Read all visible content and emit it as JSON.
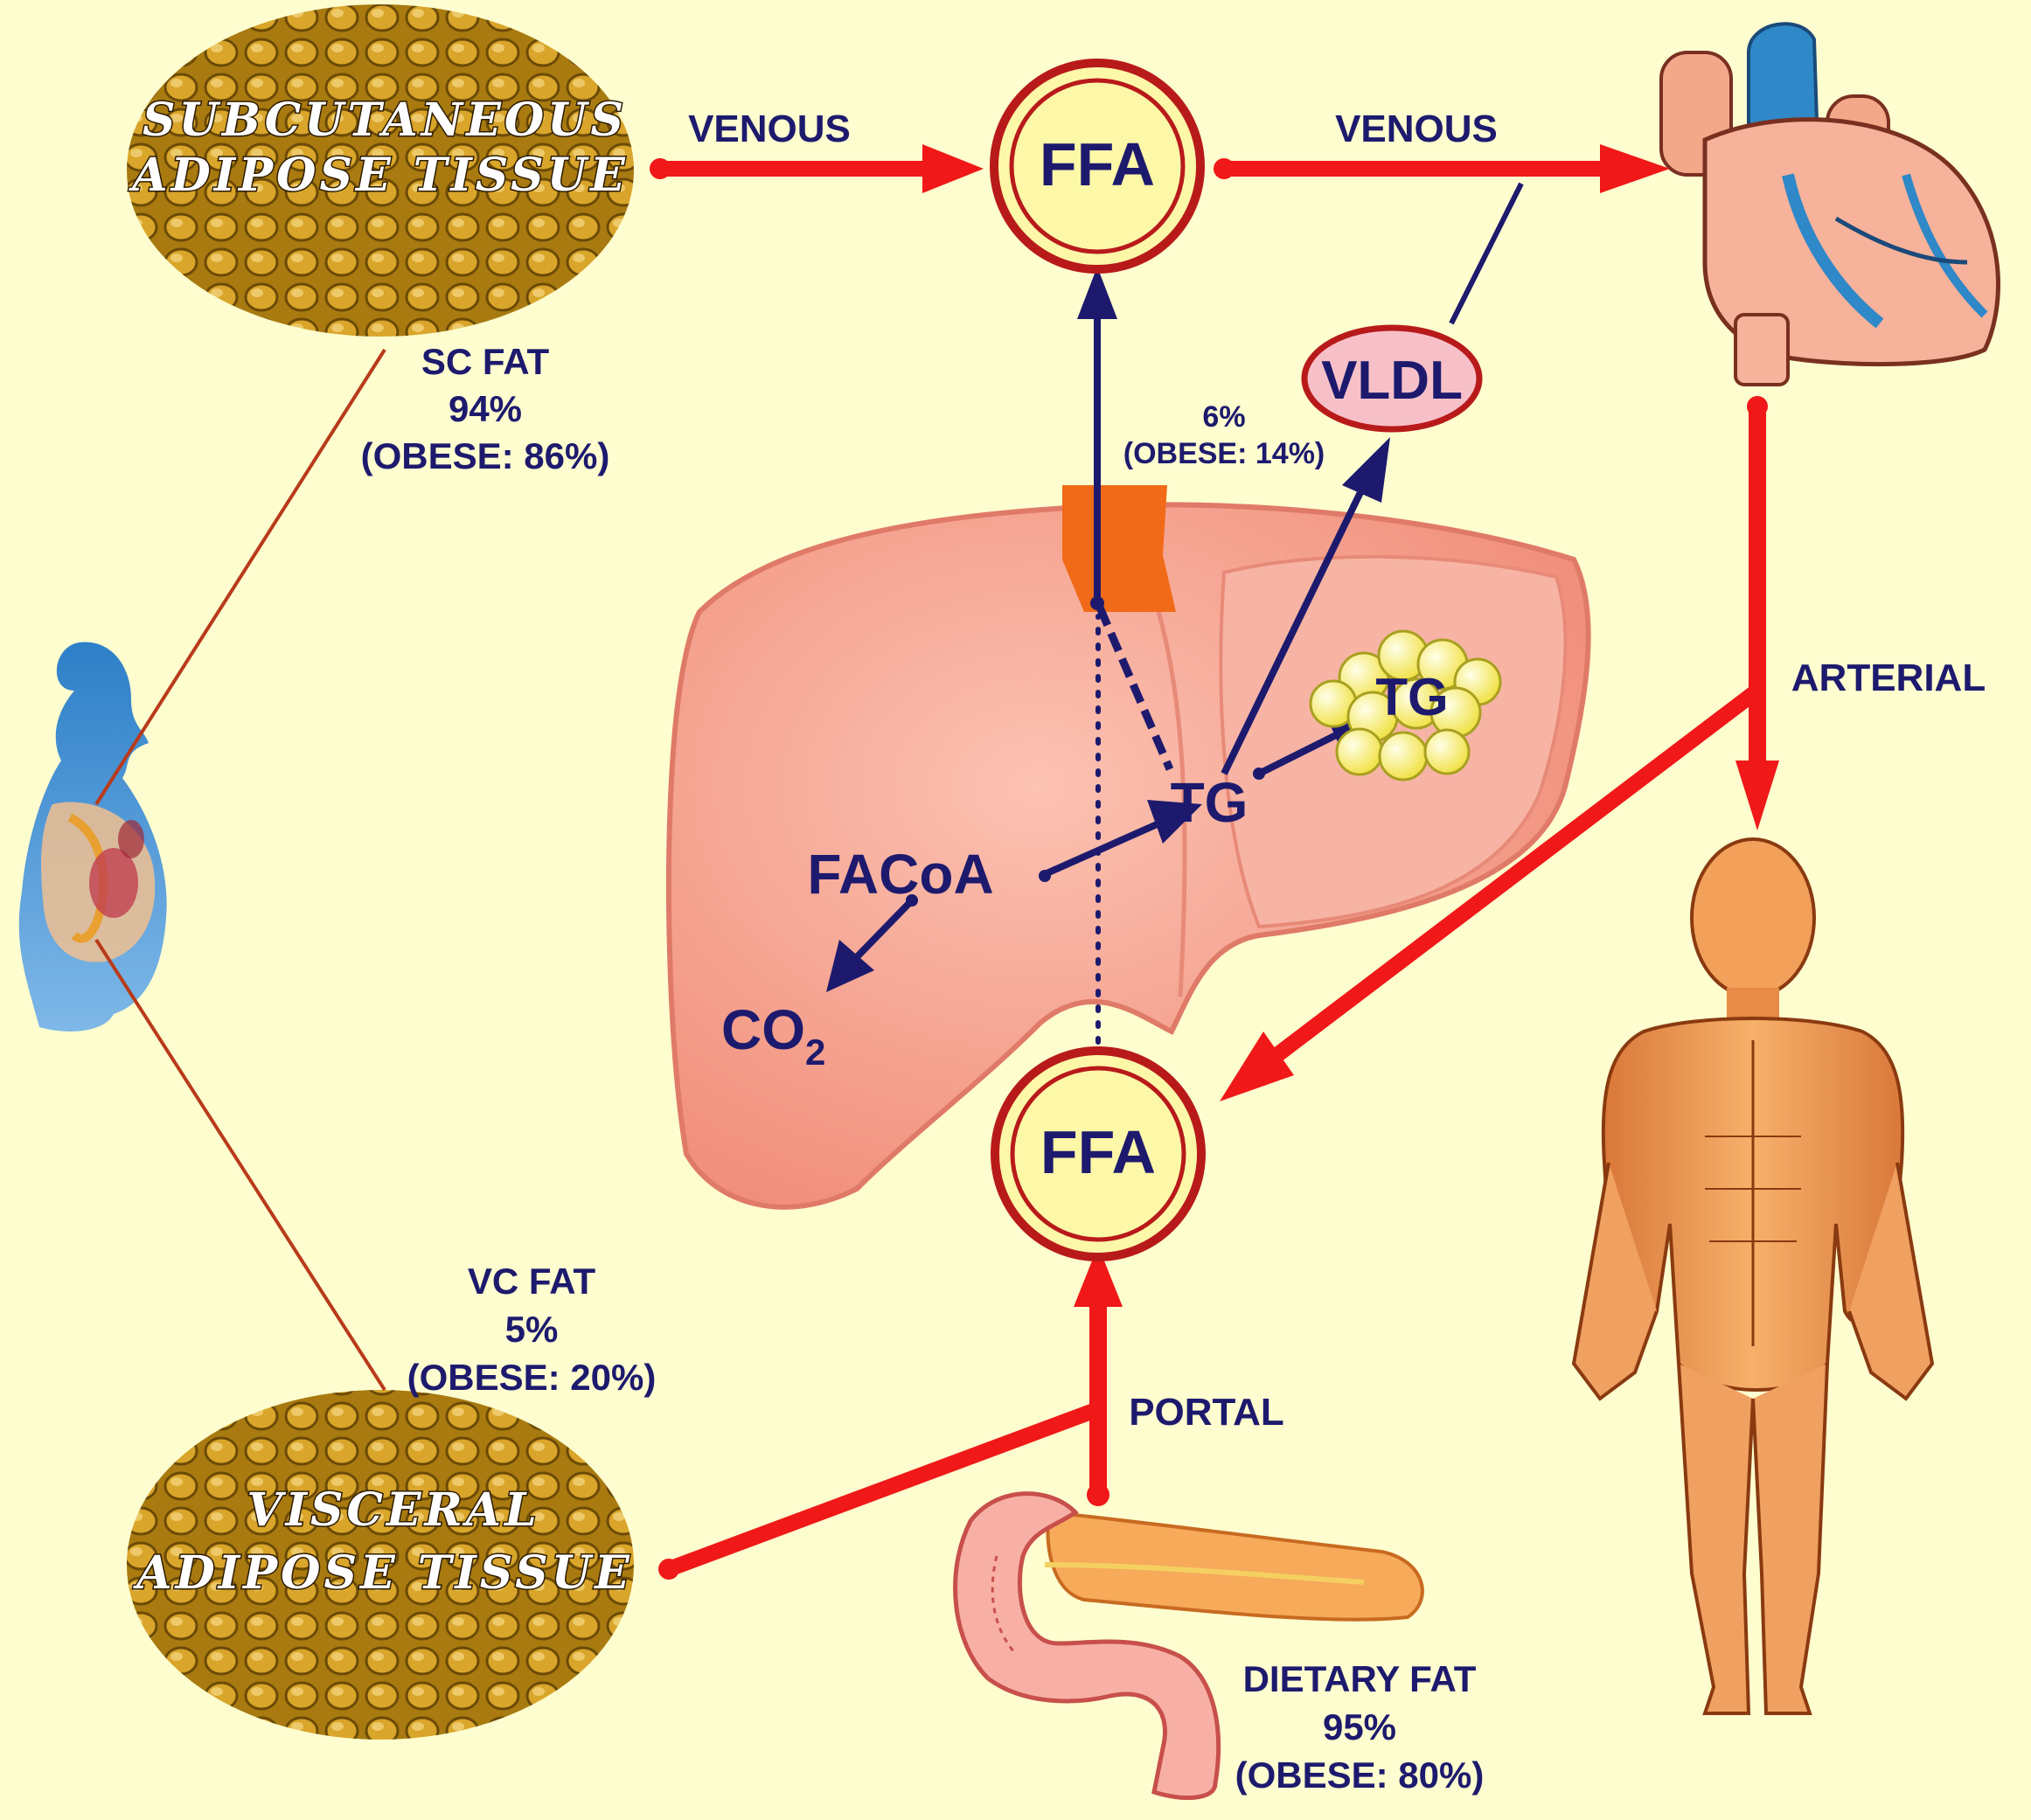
{
  "colors": {
    "background": "#fdfdcf",
    "arrow_red": "#f01818",
    "arrow_navy": "#1d1a6e",
    "liver": "#f7a090",
    "ffa_ring": "#b81a1a",
    "ffa_fill": "#fdf7a8",
    "vldl_fill": "#f7c0c8"
  },
  "tissues": {
    "subcutaneous": [
      "SUBCUTANEOUS",
      "ADIPOSE TISSUE"
    ],
    "visceral": [
      "VISCERAL",
      "ADIPOSE TISSUE"
    ]
  },
  "nodes": {
    "ffa_top": "FFA",
    "ffa_bottom": "FFA",
    "vldl": "VLDL",
    "tg_center": "TG",
    "tg_droplet": "TG",
    "facoa": "FACoA",
    "co2_main": "CO",
    "co2_sub": "2"
  },
  "flows": {
    "venous_left": "VENOUS",
    "venous_right": "VENOUS",
    "arterial": "ARTERIAL",
    "portal": "PORTAL"
  },
  "labels": {
    "sc_fat": [
      "SC FAT",
      "94%",
      "(OBESE: 86%)"
    ],
    "vc_fat": [
      "VC FAT",
      "5%",
      "(OBESE: 20%)"
    ],
    "dietary_fat": [
      "DIETARY FAT",
      "95%",
      "(OBESE: 80%)"
    ],
    "vldl_fraction": [
      "6%",
      "(OBESE: 14%)"
    ]
  },
  "icons": {
    "body": "obese-body-silhouette-icon",
    "heart": "heart-icon",
    "muscle_body": "muscle-body-icon",
    "pancreas": "pancreas-intestine-icon",
    "liver": "liver-icon"
  }
}
